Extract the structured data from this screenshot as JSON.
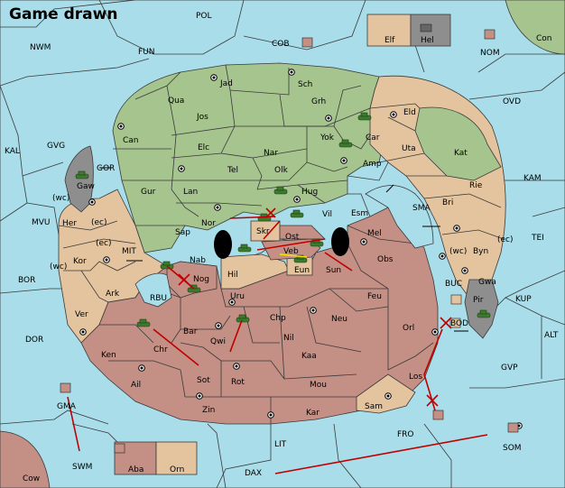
{
  "status": {
    "title": "Game drawn"
  },
  "colors": {
    "sea": "#a8dde9",
    "green": "#a6c48e",
    "tan": "#e4c49e",
    "red": "#c48f84",
    "grey": "#8e8e8e",
    "order": "#c00000",
    "support": "#f2e600"
  },
  "sea_labels": {
    "pol": "POL",
    "nwm": "NWM",
    "fun": "FUN",
    "cob": "COB",
    "nom": "NOM",
    "ovd": "OVD",
    "kal": "KAL",
    "gvg": "GVG",
    "gor": "GOR",
    "kam": "KAM",
    "sma": "SMA",
    "tei": "TEI",
    "mvu": "MVU",
    "mit": "MIT",
    "bor": "BOR",
    "rbu": "RBU",
    "buc": "BUC",
    "bod": "BOD",
    "kup": "KUP",
    "dor": "DOR",
    "alt": "ALT",
    "gvp": "GVP",
    "gma": "GMA",
    "fro": "FRO",
    "lit": "LIT",
    "som": "SOM",
    "swm": "SWM",
    "dax": "DAX",
    "wc1": "(wc)",
    "wc2": "(wc)",
    "wc3": "(wc)",
    "ec1": "(ec)",
    "ec2": "(ec)",
    "ec3": "(ec)"
  },
  "land_labels": {
    "elf": "Elf",
    "hel": "Hel",
    "con": "Con",
    "jad": "Jad",
    "sch": "Sch",
    "qua": "Qua",
    "jos": "Jos",
    "grh": "Grh",
    "can": "Can",
    "eld": "Eld",
    "yok": "Yok",
    "car": "Car",
    "elc": "Elc",
    "nar": "Nar",
    "uta": "Uta",
    "kat": "Kat",
    "tel": "Tel",
    "olk": "Olk",
    "amp": "Amp",
    "gaw": "Gaw",
    "gur": "Gur",
    "lan": "Lan",
    "hug": "Hug",
    "rie": "Rie",
    "bri": "Bri",
    "nor": "Nor",
    "vil": "Vil",
    "esm": "Esm",
    "her": "Her",
    "sap": "Sap",
    "skr": "Skr",
    "ost": "Ost",
    "mel": "Mel",
    "byn": "Byn",
    "kor": "Kor",
    "nab": "Nab",
    "veb": "Veb",
    "obs": "Obs",
    "eun": "Eun",
    "sun": "Sun",
    "gwa": "Gwa",
    "hil": "Hil",
    "nog": "Nog",
    "ark": "Ark",
    "pir": "Pir",
    "uru": "Uru",
    "feu": "Feu",
    "ver": "Ver",
    "chp": "Chp",
    "neu": "Neu",
    "orl": "Orl",
    "bar": "Bar",
    "qwi": "Qwi",
    "nil": "Nil",
    "chr": "Chr",
    "ken": "Ken",
    "kaa": "Kaa",
    "los": "Los",
    "sot": "Sot",
    "rot": "Rot",
    "ail": "Ail",
    "mou": "Mou",
    "sam": "Sam",
    "zin": "Zin",
    "kar": "Kar",
    "aba": "Aba",
    "orn": "Orn",
    "cow": "Cow"
  }
}
